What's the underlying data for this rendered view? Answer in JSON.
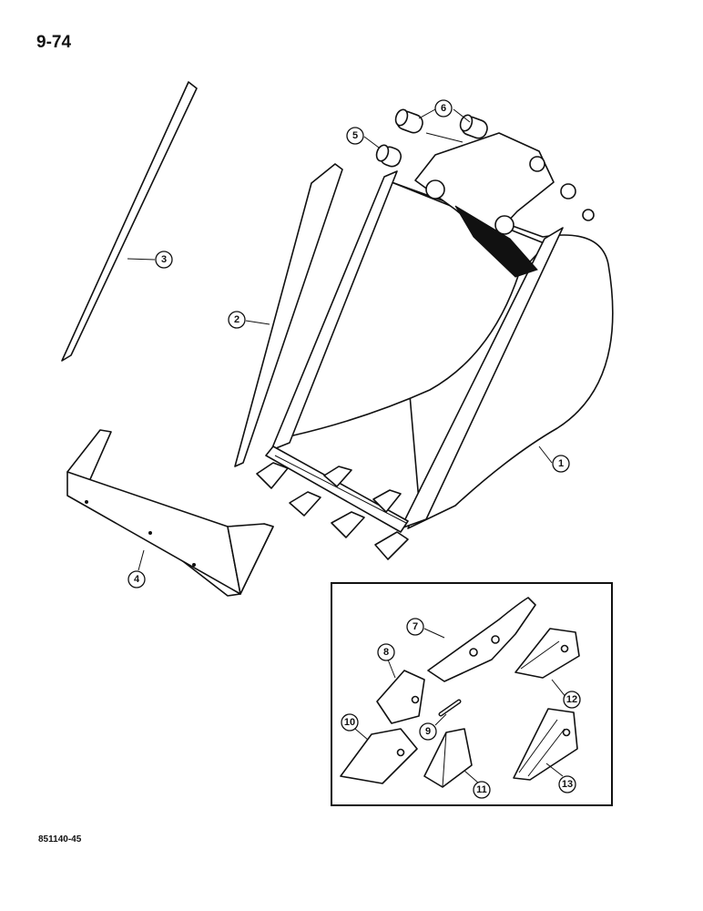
{
  "header": {
    "page_number": "9-74"
  },
  "footer": {
    "doc_code": "851140-45"
  },
  "callouts": [
    "1",
    "2",
    "3",
    "4",
    "5",
    "6",
    "7",
    "8",
    "9",
    "10",
    "11",
    "12",
    "13"
  ]
}
